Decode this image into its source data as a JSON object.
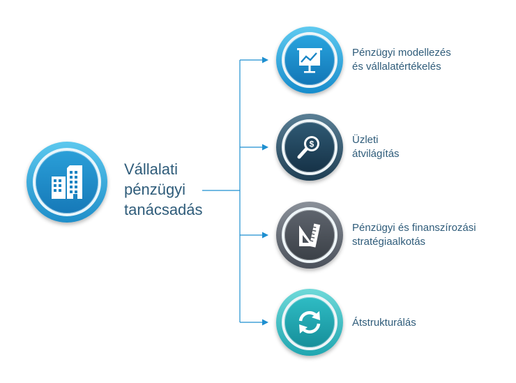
{
  "main": {
    "title_lines": [
      "Vállalati",
      "pénzügyi",
      "tanácsadás"
    ],
    "icon": "office-building-icon"
  },
  "items": [
    {
      "lines": [
        "Pénzügyi modellezés",
        "és vállalatértékelés"
      ],
      "icon": "presentation-chart-icon"
    },
    {
      "lines": [
        "Üzleti",
        "átvilágítás"
      ],
      "icon": "magnifier-dollar-icon"
    },
    {
      "lines": [
        "Pénzügyi és finanszírozási",
        "stratégiaalkotás"
      ],
      "icon": "ruler-triangle-icon"
    },
    {
      "lines": [
        "Átstrukturálás"
      ],
      "icon": "refresh-arrows-icon"
    }
  ],
  "colors": {
    "connector": "#1e8fd0",
    "text": "#2f5c7a",
    "blue": "#1f8ec9",
    "navy": "#1f3f54",
    "gray": "#4a505a",
    "teal": "#20a6b0"
  }
}
